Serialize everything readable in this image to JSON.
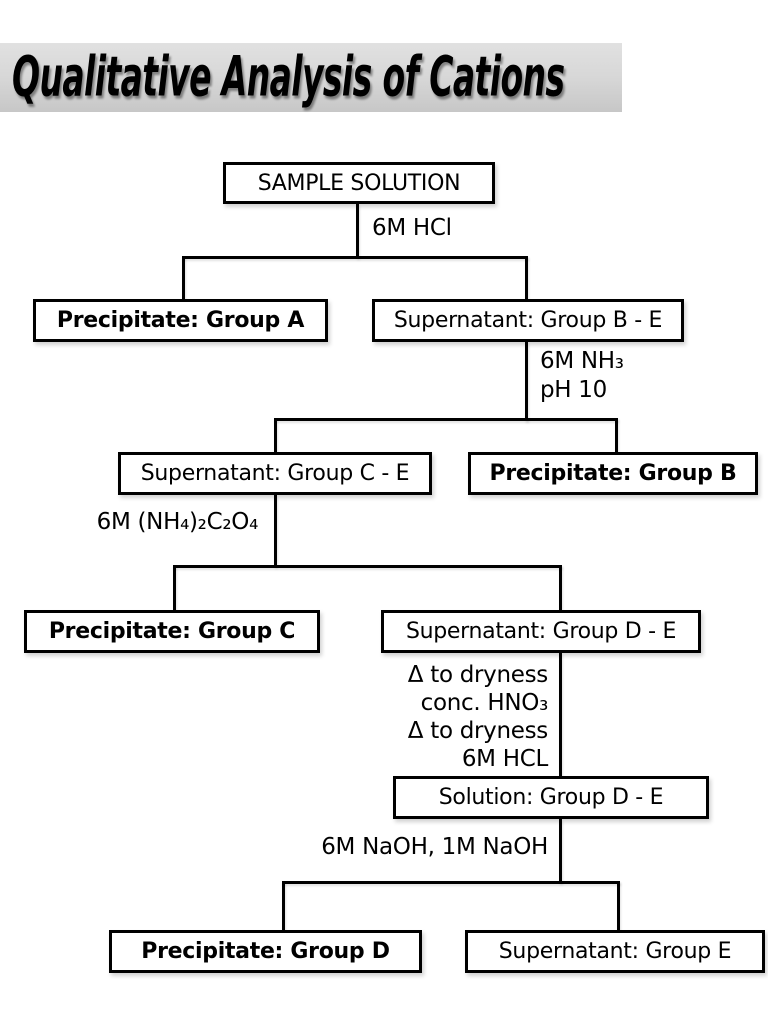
{
  "title": "Qualitative Analysis of Cations",
  "nodes": {
    "sample_solution": "SAMPLE SOLUTION",
    "precipitate_a": "Precipitate: Group A",
    "supernatant_b_e": "Supernatant: Group B - E",
    "supernatant_c_e": "Supernatant: Group C - E",
    "precipitate_b": "Precipitate: Group B",
    "precipitate_c": "Precipitate: Group C",
    "supernatant_d_e": "Supernatant: Group D - E",
    "solution_d_e": "Solution: Group D - E",
    "precipitate_d": "Precipitate: Group D",
    "supernatant_e": "Supernatant: Group E"
  },
  "reagents": {
    "step1_hcl": "6M HCl",
    "step2_nh3": "6M NH₃",
    "step2_ph": "pH 10",
    "step3_oxalate": "6M (NH₄)₂C₂O₄",
    "step4_line1": "Δ to dryness",
    "step4_line2": "conc. HNO₃",
    "step4_line3": "Δ to dryness",
    "step4_line4": "6M HCL",
    "step5_naoh": "6M NaOH, 1M NaOH"
  },
  "colors": {
    "line": "#000000",
    "box_border": "#000000",
    "box_background": "#ffffff",
    "title_text": "#000000",
    "title_bar_top": "#e1e1e1",
    "title_bar_bottom": "#c7c7c7"
  }
}
